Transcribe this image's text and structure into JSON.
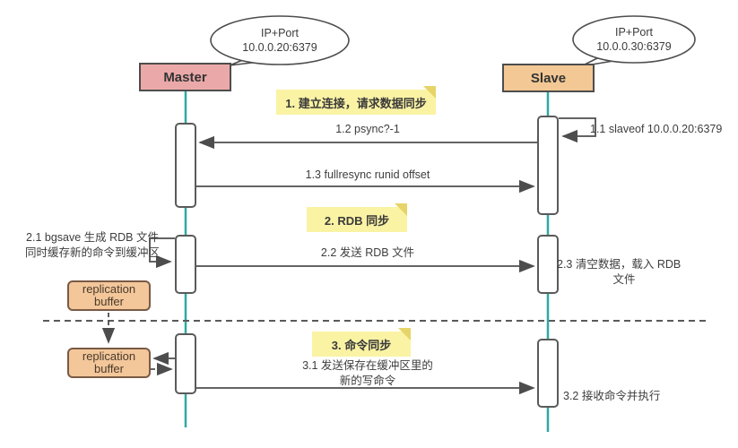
{
  "diagram": {
    "title_hint": "Redis master-slave replication sequence",
    "actors": {
      "master": {
        "label": "Master",
        "bubble_line1": "IP+Port",
        "bubble_line2": "10.0.0.20:6379"
      },
      "slave": {
        "label": "Slave",
        "bubble_line1": "IP+Port",
        "bubble_line2": "10.0.0.30:6379"
      }
    },
    "phases": [
      {
        "label": "1. 建立连接，请求数据同步"
      },
      {
        "label": "2. RDB 同步"
      },
      {
        "label": "3. 命令同步"
      }
    ],
    "messages": {
      "m1_1": "1.1 slaveof 10.0.0.20:6379",
      "m1_2": "1.2 psync?-1",
      "m1_3": "1.3 fullresync runid offset",
      "m2_1_line1": "2.1 bgsave 生成 RDB 文件",
      "m2_1_line2": "同时缓存新的命令到缓冲区",
      "m2_2": "2.2 发送 RDB 文件",
      "m2_3_line1": "2.3 清空数据，载入 RDB",
      "m2_3_line2": "文件",
      "m3_1_line1": "3.1 发送保存在缓冲区里的",
      "m3_1_line2": "新的写命令",
      "m3_2": "3.2 接收命令并执行"
    },
    "buffers": {
      "line1": "replication",
      "line2": "buffer"
    },
    "colors": {
      "master_fill": "#EAA9A8",
      "slave_fill": "#F3C894",
      "buffer_fill": "#F3C79A",
      "note_fill": "#FAF3A4",
      "note_fold": "#E7D468",
      "lifeline": "#2FA8A2",
      "stroke": "#4D4D4D",
      "text": "#3D3D3D"
    }
  }
}
